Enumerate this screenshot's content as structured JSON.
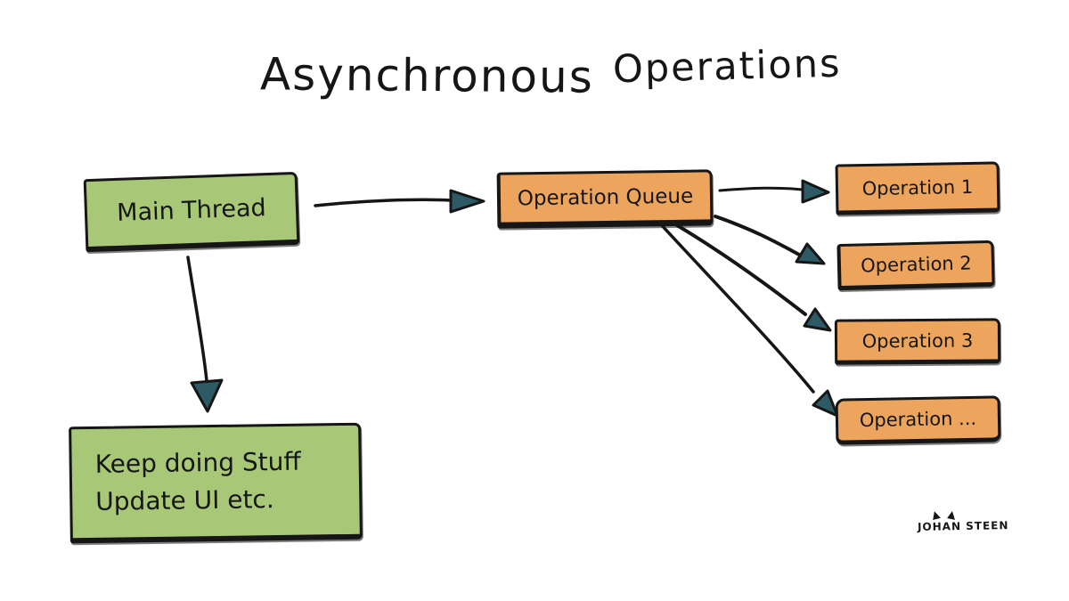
{
  "title": {
    "word1": "Asynchronous",
    "word2": "Operations"
  },
  "colors": {
    "green": "#a8c878",
    "orange": "#eda45c",
    "arrowhead": "#2d5a64",
    "ink": "#161616",
    "background": "#ffffff"
  },
  "nodes": {
    "main_thread": {
      "label": "Main Thread",
      "color": "#a8c878"
    },
    "operation_queue": {
      "label": "Operation Queue",
      "color": "#eda45c"
    },
    "keep_doing": {
      "line1": "Keep doing Stuff",
      "line2": "Update UI etc.",
      "color": "#a8c878"
    }
  },
  "operations": [
    {
      "label": "Operation 1",
      "color": "#eda45c"
    },
    {
      "label": "Operation 2",
      "color": "#eda45c"
    },
    {
      "label": "Operation 3",
      "color": "#eda45c"
    },
    {
      "label": "Operation ...",
      "color": "#eda45c"
    }
  ],
  "edges": [
    {
      "from": "Main Thread",
      "to": "Operation Queue"
    },
    {
      "from": "Main Thread",
      "to": "Keep doing Stuff / Update UI etc."
    },
    {
      "from": "Operation Queue",
      "to": "Operation 1"
    },
    {
      "from": "Operation Queue",
      "to": "Operation 2"
    },
    {
      "from": "Operation Queue",
      "to": "Operation 3"
    },
    {
      "from": "Operation Queue",
      "to": "Operation ..."
    }
  ],
  "signature": "Johan Steen"
}
